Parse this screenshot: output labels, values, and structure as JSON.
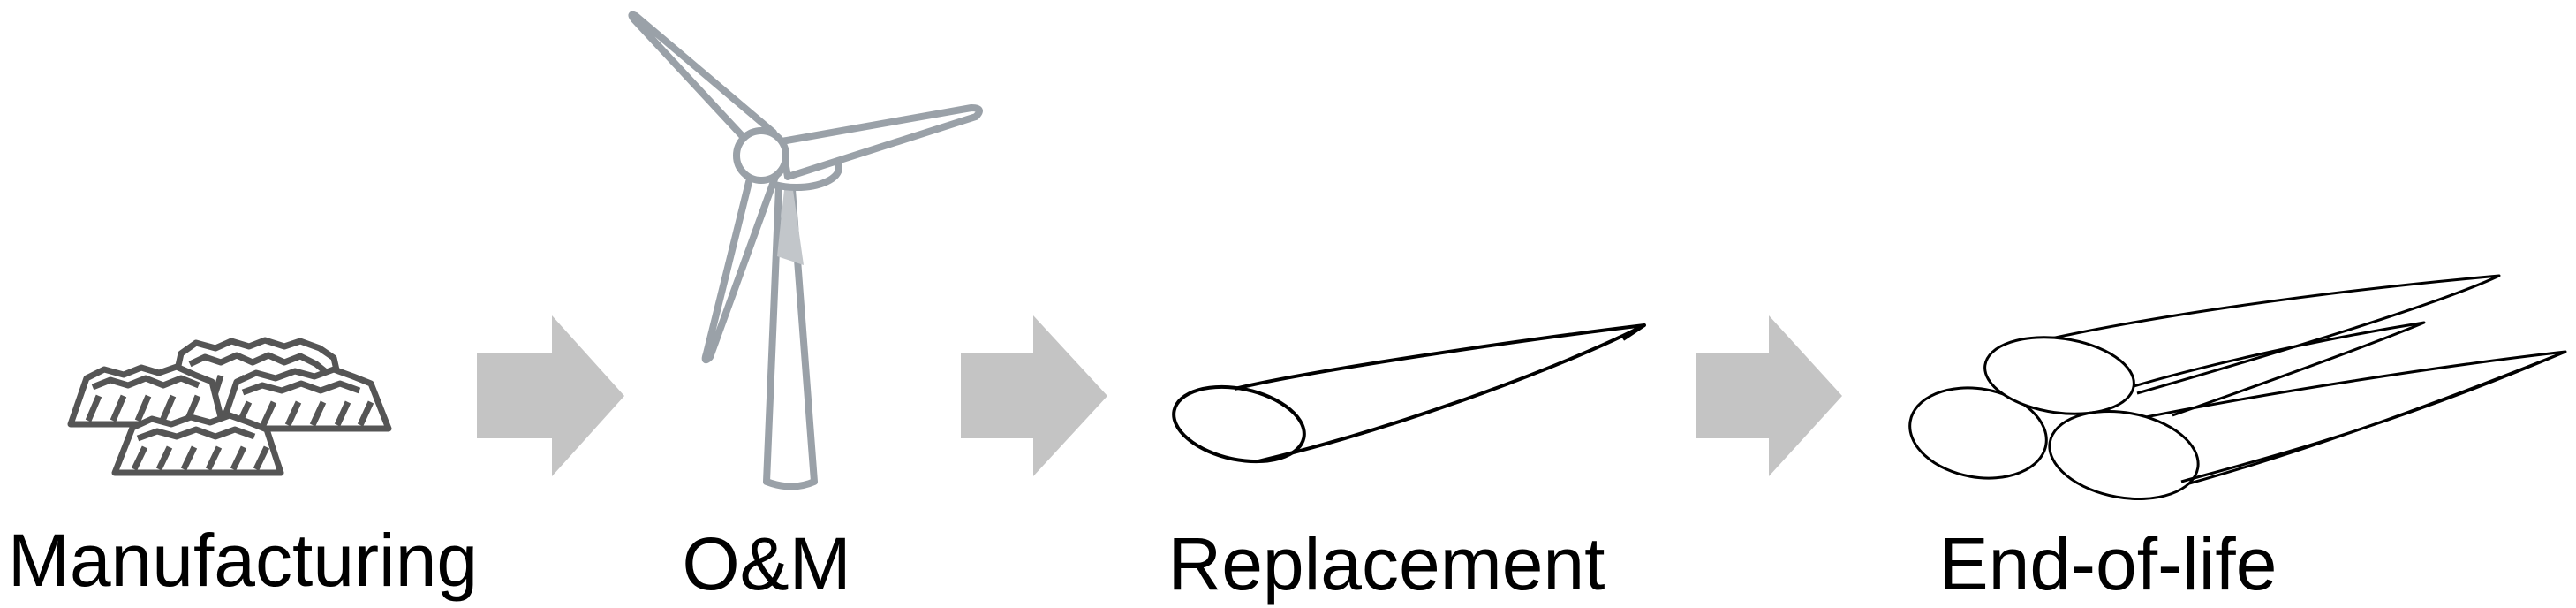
{
  "stages": [
    {
      "label": "Manufacturing",
      "icon": "factory-icon"
    },
    {
      "label": "O&M",
      "icon": "wind-turbine-icon"
    },
    {
      "label": "Replacement",
      "icon": "turbine-blade-icon"
    },
    {
      "label": "End-of-life",
      "icon": "blade-pile-icon"
    }
  ],
  "colors": {
    "arrow": "#c4c4c4",
    "turbine_outline": "#9aa1a8",
    "turbine_shade": "#c2c6ca",
    "factory": "#555555",
    "text": "#000000"
  }
}
